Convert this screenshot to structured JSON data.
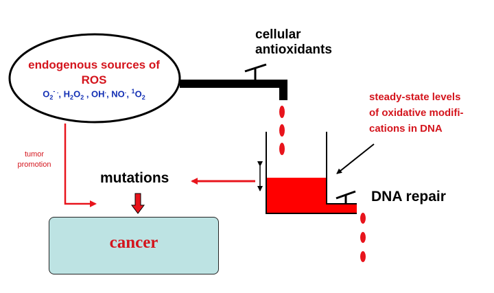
{
  "ros": {
    "title_line1": "endogenous sources of",
    "title_line2": "ROS",
    "formula_o2": "O",
    "formula_o2_sub": "2",
    "formula_o2_sup": "-  .",
    "formula_sep1": ", H",
    "formula_h2o2_sub1": "2",
    "formula_h2o2_o": "O",
    "formula_h2o2_sub2": "2",
    "formula_oh": " , OH",
    "formula_oh_sup": ".",
    "formula_no": ", NO",
    "formula_no_sup": ".",
    "formula_sep2": ", ",
    "formula_1o2_sup": "1",
    "formula_1o2": "O",
    "formula_1o2_sub": "2"
  },
  "antioxidants": {
    "line1": "cellular",
    "line2": "antioxidants"
  },
  "steady_state": {
    "line1": "steady-state levels",
    "line2": "of oxidative  modifi-",
    "line3": "cations in DNA"
  },
  "tumor_promotion": {
    "line1": "tumor",
    "line2": "promotion"
  },
  "mutations_label": "mutations",
  "dna_repair_label": "DNA repair",
  "cancer_label": "cancer",
  "colors": {
    "red": "#d4141c",
    "blue": "#1430b4",
    "box_fill": "#bde3e3",
    "water": "#ff0000"
  }
}
